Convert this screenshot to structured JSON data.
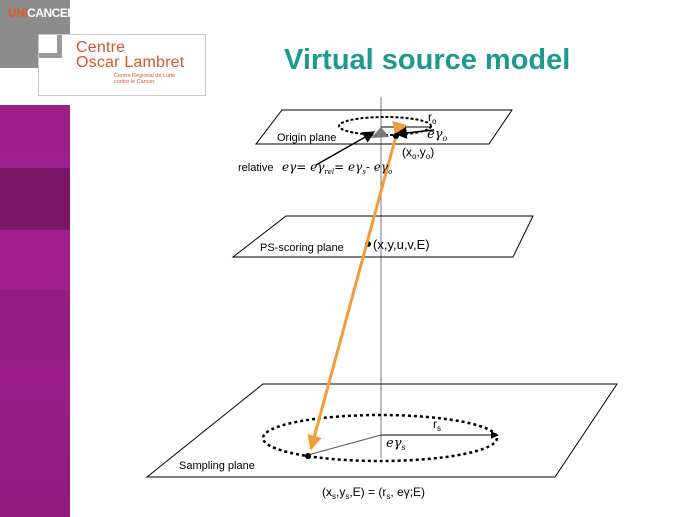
{
  "header": {
    "title": "Virtual source model",
    "logo_unicancer_1": "UNI",
    "logo_unicancer_2": "CANCER",
    "logo_line1": "Centre",
    "logo_line2": "Oscar Lambret",
    "logo_line3a": "Centre Régional de Lutte",
    "logo_line3b": "contre le Cancer"
  },
  "colors": {
    "title": "#1d9a8c",
    "sidebar": "#a3218f",
    "arrow": "#f39c3c",
    "logo": "#d9552f"
  },
  "diagram": {
    "origin_plane": "Origin plane",
    "ps_plane": "PS-scoring plane",
    "sampling_plane": "Sampling plane",
    "r_o": "r",
    "r_o_sub": "o",
    "r_s": "r",
    "r_s_sub": "s",
    "origin_angle": "eγ",
    "origin_angle_sub": "o",
    "origin_point": "(x",
    "origin_point_sub1": "o",
    "origin_point_mid": ",y",
    "origin_point_sub2": "o",
    "origin_point_end": ")",
    "relative_label": "relative",
    "relative_eq1": "eγ= eγ",
    "relative_eq1_sub": "rel",
    "relative_eq2": "= eγ",
    "relative_eq2_sub": "s",
    "relative_eq3": "- eγ",
    "relative_eq3_sub": "o",
    "ps_point": "(x,y,u,v,E)",
    "sampling_angle": "eγ",
    "sampling_angle_sub": "s",
    "sampling_formula_a": "(x",
    "sampling_formula_sub1": "s",
    "sampling_formula_b": ",y",
    "sampling_formula_sub2": "s",
    "sampling_formula_c": ",E) = (r",
    "sampling_formula_sub3": "s",
    "sampling_formula_d": ", eγ;E)"
  }
}
